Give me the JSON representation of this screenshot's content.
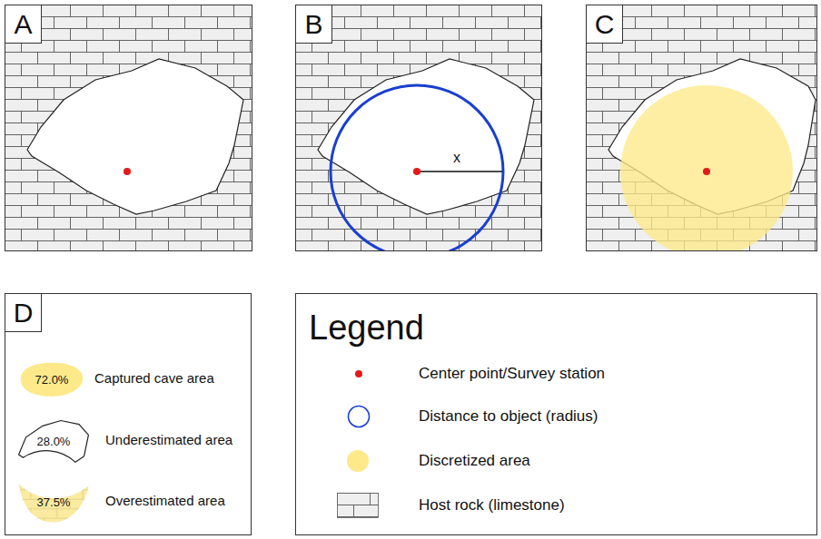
{
  "diagram": {
    "nodes": [
      {
        "text": [
          "A"
        ]
      },
      {
        "text": [
          "B"
        ]
      },
      {
        "text": [
          "C"
        ]
      },
      {
        "text": [
          "D"
        ]
      },
      {
        "text": [
          "72.0%"
        ],
        "in": 3
      },
      {
        "text": [
          "28.0%"
        ],
        "in": 3
      },
      {
        "text": [
          "37.5%"
        ],
        "in": 3
      },
      {
        "text": [
          "Legend"
        ]
      }
    ],
    "labels": [
      "x",
      "Captured cave area",
      "Underestimated area",
      "Overestimated area"
    ],
    "legend": [
      {
        "text": "Center point/Survey station",
        "color": "#e31a1c"
      },
      {
        "text": "Distance to object (radius)"
      },
      {
        "text": "Discretized area",
        "color": "#fde98a"
      },
      {
        "text": "Host rock (limestone)"
      }
    ]
  }
}
